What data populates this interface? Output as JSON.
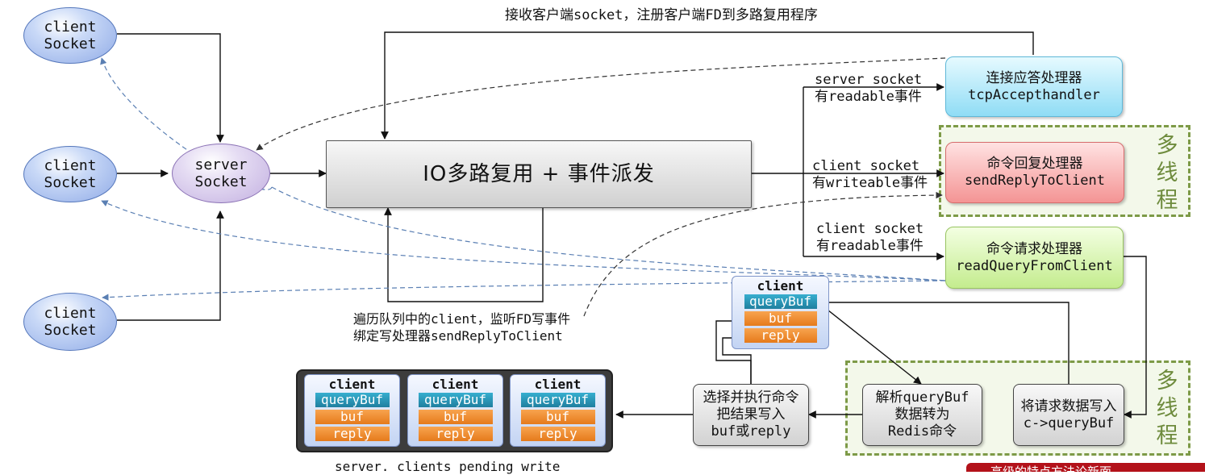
{
  "client_sockets": [
    {
      "line1": "client",
      "line2": "Socket"
    },
    {
      "line1": "client",
      "line2": "Socket"
    },
    {
      "line1": "client",
      "line2": "Socket"
    }
  ],
  "server_socket": {
    "line1": "server",
    "line2": "Socket"
  },
  "io_box": {
    "label": "IO多路复用 + 事件派发"
  },
  "handlers": {
    "accept": {
      "line1": "连接应答处理器",
      "line2": "tcpAccepthandler"
    },
    "reply": {
      "line1": "命令回复处理器",
      "line2": "sendReplyToClient"
    },
    "read": {
      "line1": "命令请求处理器",
      "line2": "readQueryFromClient"
    }
  },
  "events": {
    "server_readable": {
      "line1": "server socket",
      "line2": "有readable事件"
    },
    "client_writeable": {
      "line1": "client socket",
      "line2": "有writeable事件"
    },
    "client_readable": {
      "line1": "client socket",
      "line2": "有readable事件"
    }
  },
  "top_note": "接收客户端socket，注册客户端FD到多路复用程序",
  "loop_note": {
    "line1": "遍历队列中的client，监听FD写事件",
    "line2": "绑定写处理器sendReplyToClient"
  },
  "multithread_label": [
    "多",
    "线",
    "程"
  ],
  "client_struct": {
    "title": "client",
    "query": "queryBuf",
    "buf": "buf",
    "reply": "reply"
  },
  "steps": {
    "execute": {
      "line1": "选择并执行命令",
      "line2": "把结果写入",
      "line3": "buf或reply"
    },
    "parse": {
      "line1": "解析queryBuf",
      "line2": "数据转为",
      "line3": "Redis命令"
    },
    "write_query": {
      "line1": "将请求数据写入",
      "line2": "c->queryBuf"
    }
  },
  "queue_label": "server. clients pending write",
  "corner_tag": "高级的特点方法论新面"
}
